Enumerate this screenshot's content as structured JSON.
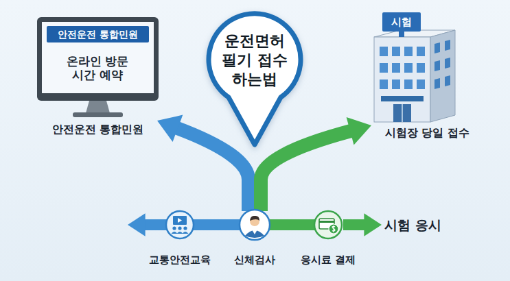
{
  "diagram": {
    "nodes": [
      {
        "text": [
          "운전면허 필기 접수 하는법"
        ]
      },
      {
        "text": [
          "안전운전 통합민원",
          "온라인 방문 시간 예약",
          "안전운전 통합민원"
        ]
      },
      {
        "text": [
          "시험",
          "시험장 당일 접수"
        ]
      },
      {
        "text": [
          "교통안전교육"
        ]
      },
      {
        "text": [
          "신체검사"
        ]
      },
      {
        "text": [
          "응시료 결제"
        ]
      },
      {
        "text": [
          "시험 응시"
        ]
      }
    ],
    "edges": [
      {
        "from": 4,
        "to": 1,
        "arrow": "to"
      },
      {
        "from": 4,
        "to": 2,
        "arrow": "to"
      },
      {
        "from": 4,
        "to": 3,
        "arrow": "to"
      },
      {
        "from": 4,
        "to": 5,
        "arrow": "none"
      },
      {
        "from": 5,
        "to": 6,
        "arrow": "to"
      }
    ]
  }
}
